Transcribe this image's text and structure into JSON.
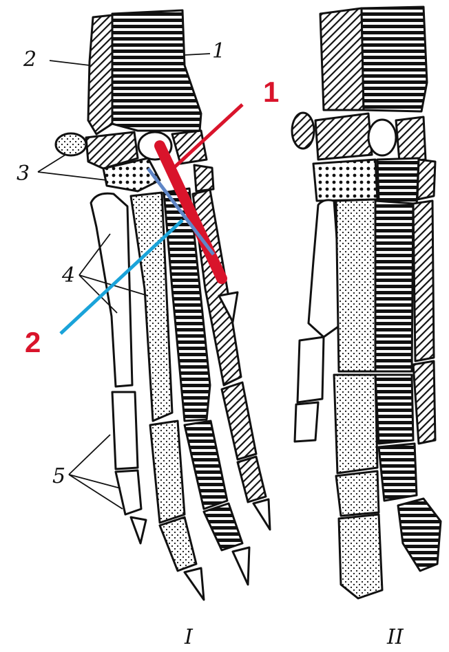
{
  "labels": {
    "n1": "1",
    "n2": "2",
    "n3": "3",
    "n4": "4",
    "n5": "5"
  },
  "captions": {
    "left": "I",
    "right": "II"
  },
  "annotations": {
    "red_number": "1",
    "blue_number": "2",
    "red_color": "#d9142b",
    "blue_color": "#1aa3d9"
  },
  "fills": {
    "black_stripes": "dark striped bone",
    "hatched": "diagonal hatched bone",
    "dotted": "dotted bone",
    "plain": "plain bone"
  }
}
